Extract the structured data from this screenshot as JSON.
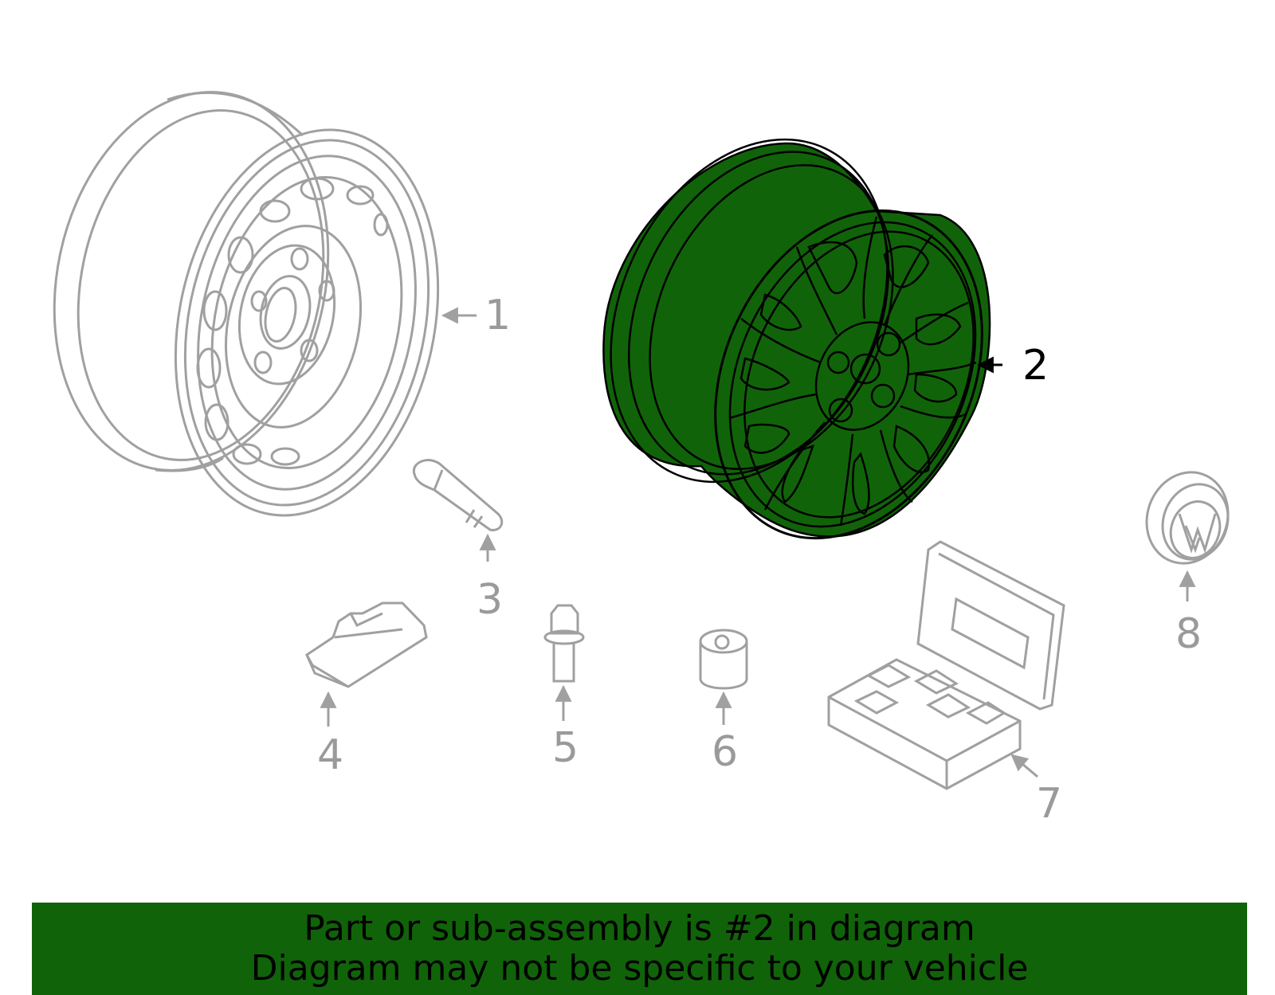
{
  "diagram": {
    "callouts": [
      {
        "id": 1,
        "label": "1"
      },
      {
        "id": 2,
        "label": "2"
      },
      {
        "id": 3,
        "label": "3"
      },
      {
        "id": 4,
        "label": "4"
      },
      {
        "id": 5,
        "label": "5"
      },
      {
        "id": 6,
        "label": "6"
      },
      {
        "id": 7,
        "label": "7"
      },
      {
        "id": 8,
        "label": "8"
      }
    ],
    "highlighted_part": "2",
    "colors": {
      "highlight": "#116309",
      "ghost_line": "#a0a0a0",
      "ink": "#000000"
    }
  },
  "banner": {
    "line1": "Part or sub-assembly is #2 in diagram",
    "line2": "Diagram may not be specific to your vehicle",
    "background": "#116309"
  }
}
